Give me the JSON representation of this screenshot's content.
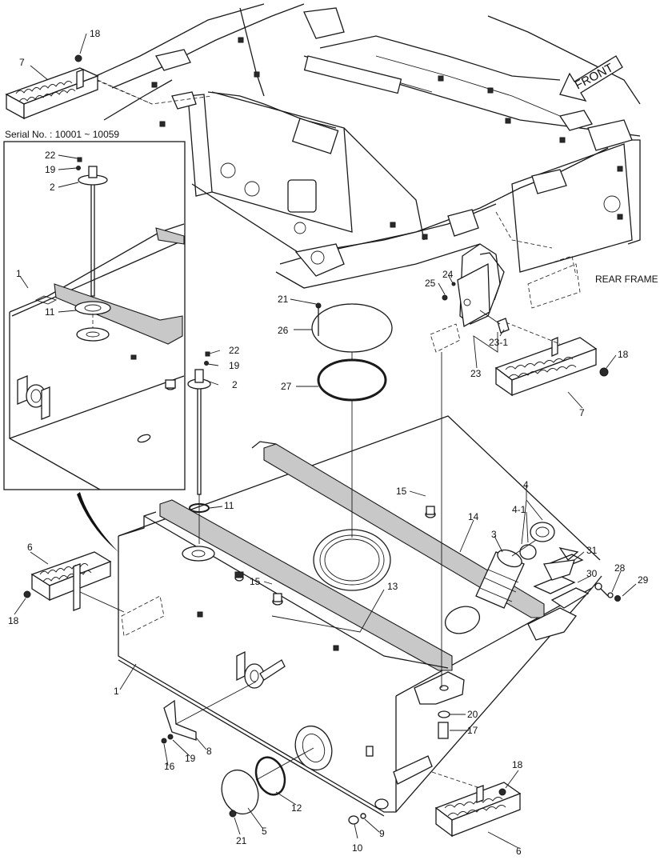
{
  "serial_note": "Serial No. : 10001 ~ 10059",
  "frame_label": "REAR FRAME",
  "direction_label": "FRONT",
  "callouts": [
    {
      "id": "c18a",
      "text": "18"
    },
    {
      "id": "c7a",
      "text": "7"
    },
    {
      "id": "c22a",
      "text": "22"
    },
    {
      "id": "c19a",
      "text": "19"
    },
    {
      "id": "c2a",
      "text": "2"
    },
    {
      "id": "c1a",
      "text": "1"
    },
    {
      "id": "c11a",
      "text": "11"
    },
    {
      "id": "c22b",
      "text": "22"
    },
    {
      "id": "c19b",
      "text": "19"
    },
    {
      "id": "c2b",
      "text": "2"
    },
    {
      "id": "c21a",
      "text": "21"
    },
    {
      "id": "c26",
      "text": "26"
    },
    {
      "id": "c27",
      "text": "27"
    },
    {
      "id": "c25",
      "text": "25"
    },
    {
      "id": "c24",
      "text": "24"
    },
    {
      "id": "c23-1",
      "text": "23-1"
    },
    {
      "id": "c23",
      "text": "23"
    },
    {
      "id": "c18b",
      "text": "18"
    },
    {
      "id": "c7b",
      "text": "7"
    },
    {
      "id": "c15a",
      "text": "15"
    },
    {
      "id": "c4",
      "text": "4"
    },
    {
      "id": "c4-1",
      "text": "4-1"
    },
    {
      "id": "c14",
      "text": "14"
    },
    {
      "id": "c3",
      "text": "3"
    },
    {
      "id": "c31",
      "text": "31"
    },
    {
      "id": "c30",
      "text": "30"
    },
    {
      "id": "c28",
      "text": "28"
    },
    {
      "id": "c29",
      "text": "29"
    },
    {
      "id": "c11b",
      "text": "11"
    },
    {
      "id": "c6a",
      "text": "6"
    },
    {
      "id": "c18c",
      "text": "18"
    },
    {
      "id": "c15b",
      "text": "15"
    },
    {
      "id": "c13",
      "text": "13"
    },
    {
      "id": "c1b",
      "text": "1"
    },
    {
      "id": "c20",
      "text": "20"
    },
    {
      "id": "c17",
      "text": "17"
    },
    {
      "id": "c8",
      "text": "8"
    },
    {
      "id": "c16",
      "text": "16"
    },
    {
      "id": "c19c",
      "text": "19"
    },
    {
      "id": "c18d",
      "text": "18"
    },
    {
      "id": "c12",
      "text": "12"
    },
    {
      "id": "c5",
      "text": "5"
    },
    {
      "id": "c21b",
      "text": "21"
    },
    {
      "id": "c10",
      "text": "10"
    },
    {
      "id": "c9",
      "text": "9"
    },
    {
      "id": "c6b",
      "text": "6"
    }
  ]
}
